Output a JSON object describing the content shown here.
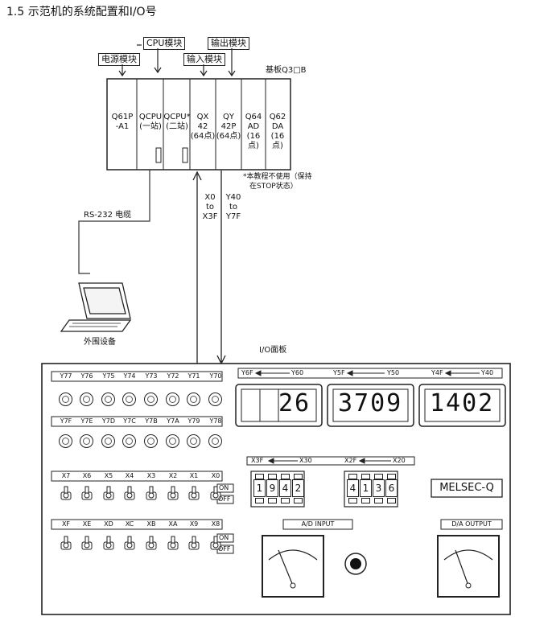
{
  "heading": "1.5 示范机的系统配置和I/O号",
  "tags": {
    "power": "电源模块",
    "cpu": "CPU模块",
    "input": "输入模块",
    "output": "输出模块",
    "base": "基板Q3□B"
  },
  "slots": [
    {
      "line1": "Q61P",
      "line2": "-A1",
      "line3": ""
    },
    {
      "line1": "QCPU",
      "line2": "(一站)",
      "line3": ""
    },
    {
      "line1": "QCPU*",
      "line2": "(二站)",
      "line3": ""
    },
    {
      "line1": "QX",
      "line2": "42",
      "line3": "(64点)"
    },
    {
      "line1": "QY",
      "line2": "42P",
      "line3": "(64点)"
    },
    {
      "line1": "Q64",
      "line2": "AD",
      "line3": "(16点)"
    },
    {
      "line1": "Q62",
      "line2": "DA",
      "line3": "(16点)"
    }
  ],
  "note_line1": "*本教程不使用（保持",
  "note_line2": "在STOP状态）",
  "x_range": [
    "X0",
    "to",
    "X3F"
  ],
  "y_range": [
    "Y40",
    "to",
    "Y7F"
  ],
  "cable_label": "RS-232 电缆",
  "peripheral_label": "外围设备",
  "panel_label": "I/O面板",
  "y_row1": [
    "Y77",
    "Y76",
    "Y75",
    "Y74",
    "Y73",
    "Y72",
    "Y71",
    "Y70"
  ],
  "y_row2": [
    "Y7F",
    "Y7E",
    "Y7D",
    "Y7C",
    "Y7B",
    "Y7A",
    "Y79",
    "Y78"
  ],
  "x_row1": [
    "X7",
    "X6",
    "X5",
    "X4",
    "X3",
    "X2",
    "X1",
    "X0"
  ],
  "x_row2": [
    "XF",
    "XE",
    "XD",
    "XC",
    "XB",
    "XA",
    "X9",
    "X8"
  ],
  "on_label": "ON",
  "off_label": "OFF",
  "display_ranges": {
    "d1_left": "Y6F",
    "d1_right": "Y60",
    "d2_left": "Y5F",
    "d2_right": "Y50",
    "d3_left": "Y4F",
    "d3_right": "Y40"
  },
  "displays": [
    "26",
    "3709",
    "1402"
  ],
  "digit_switch_ranges": {
    "s1_left": "X3F",
    "s1_right": "X30",
    "s2_left": "X2F",
    "s2_right": "X20"
  },
  "digit_switch1": [
    "1",
    "9",
    "4",
    "2"
  ],
  "digit_switch2": [
    "4",
    "1",
    "3",
    "6"
  ],
  "brand": "MELSEC-Q",
  "ad_label": "A/D INPUT",
  "da_label": "D/A OUTPUT"
}
